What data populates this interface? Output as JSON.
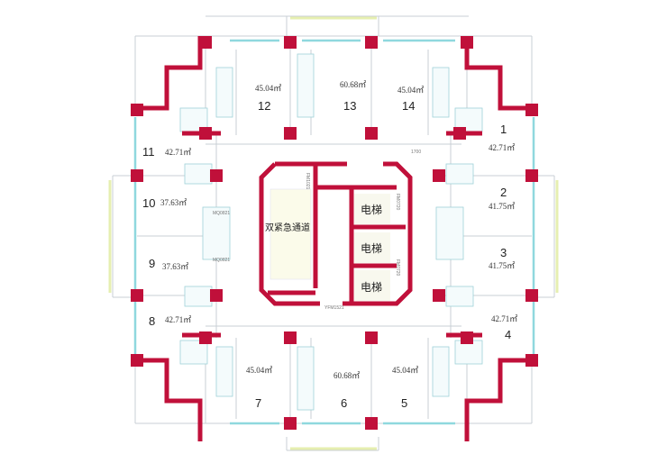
{
  "plan": {
    "rooms": [
      {
        "number": "1",
        "area": "42.71㎡"
      },
      {
        "number": "2",
        "area": "41.75㎡"
      },
      {
        "number": "3",
        "area": "41.75㎡"
      },
      {
        "number": "4",
        "area": "42.71㎡"
      },
      {
        "number": "5",
        "area": "45.04㎡"
      },
      {
        "number": "6",
        "area": "60.68㎡"
      },
      {
        "number": "7",
        "area": "45.04㎡"
      },
      {
        "number": "8",
        "area": "42.71㎡"
      },
      {
        "number": "9",
        "area": "37.63㎡"
      },
      {
        "number": "10",
        "area": "37.63㎡"
      },
      {
        "number": "11",
        "area": "42.71㎡"
      },
      {
        "number": "12",
        "area": "45.04㎡"
      },
      {
        "number": "13",
        "area": "60.68㎡"
      },
      {
        "number": "14",
        "area": "45.04㎡"
      }
    ],
    "core": {
      "stair_label": "双紧急通道",
      "elevators": [
        "电梯",
        "电梯",
        "电梯"
      ],
      "door_tags": [
        "FM1021",
        "FM0720",
        "FM0720",
        "YFM1521"
      ]
    },
    "door_tags": [
      "MQ0821",
      "MQ0821"
    ],
    "dimension": "1700",
    "colors": {
      "structure": "#c0103a",
      "window": "#8fd8de",
      "wall_line": "#c9cfd4"
    }
  }
}
